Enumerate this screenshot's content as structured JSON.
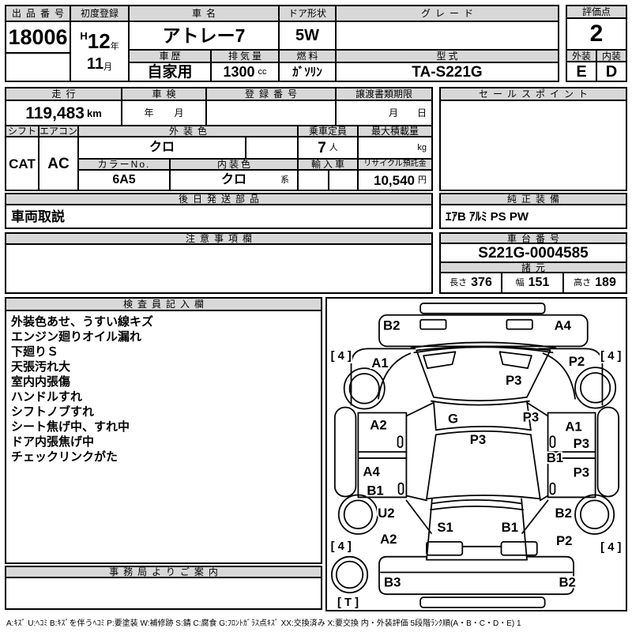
{
  "colors": {
    "header_bg": "#d8d8d8",
    "line": "#000000"
  },
  "header": {
    "auction_no": {
      "label": "出品番号",
      "value": "18006"
    },
    "first_registration": {
      "label": "初度登録",
      "era": "H",
      "year": "12",
      "year_suffix": "年",
      "month": "11",
      "month_suffix": "月"
    },
    "car_name": {
      "label": "車名",
      "value": "アトレー7"
    },
    "car_history": {
      "label": "車歴",
      "value": "自家用"
    },
    "displacement": {
      "label": "排気量",
      "value": "1300",
      "unit": "cc"
    },
    "door_shape": {
      "label": "ドア形状",
      "value": "5W"
    },
    "fuel": {
      "label": "燃料",
      "value": "ｶﾞｿﾘﾝ"
    },
    "grade": {
      "label": "グレード",
      "value": ""
    },
    "model_code": {
      "label": "型式",
      "value": "TA-S221G"
    },
    "score": {
      "label": "評価点",
      "value": "2"
    },
    "exterior": {
      "label": "外装",
      "value": "E"
    },
    "interior": {
      "label": "内装",
      "value": "D"
    }
  },
  "details": {
    "mileage": {
      "label": "走行",
      "value": "119,483",
      "unit": "km"
    },
    "inspection": {
      "label": "車検",
      "year_label": "年",
      "month_label": "月"
    },
    "registration_no": {
      "label": "登録番号",
      "value": ""
    },
    "transfer_deadline": {
      "label": "譲渡書類期限",
      "month_label": "月",
      "day_label": "日"
    },
    "shift": {
      "label": "シフト",
      "value": "CAT"
    },
    "aircon": {
      "label": "エアコン",
      "value": "AC"
    },
    "exterior_color": {
      "label": "外装色",
      "value": "クロ"
    },
    "capacity": {
      "label": "乗車定員",
      "value": "7",
      "unit": "人"
    },
    "max_load": {
      "label": "最大積載量",
      "unit": "kg"
    },
    "color_no": {
      "label": "カラーNo.",
      "value": "6A5"
    },
    "interior_color": {
      "label": "内装色",
      "value": "クロ",
      "suffix": "系"
    },
    "import_car": {
      "label": "輸入車",
      "value": ""
    },
    "recycle_deposit": {
      "label": "リサイクル預託金",
      "value": "10,540",
      "unit": "円"
    },
    "later_parts": {
      "label": "後日発送部品",
      "value": "車両取説"
    },
    "caution": {
      "label": "注意事項欄",
      "value": ""
    }
  },
  "right_panel": {
    "sales_point": {
      "label": "セールスポイント",
      "value": ""
    },
    "oem_equipment": {
      "label": "純正装備",
      "value": "ｴｱB ｱﾙﾐ PS PW"
    },
    "chassis_no": {
      "label": "車台番号",
      "value": "S221G-0004585"
    },
    "specs": {
      "label": "諸元",
      "length_label": "長さ",
      "length": "376",
      "width_label": "幅",
      "width": "151",
      "height_label": "高さ",
      "height": "189"
    }
  },
  "inspector": {
    "label": "検査員記入欄",
    "notes": [
      "外装色あせ、うすい線キズ",
      "エンジン廻りオイル漏れ",
      "下廻りＳ",
      "天張汚れ大",
      "室内内張傷",
      "ハンドルすれ",
      "シフトノブすれ",
      "シート焦げ中、すれ中",
      "ドア内張焦げ中",
      "チェックリンクがた"
    ]
  },
  "office": {
    "label": "事務局よりご案内",
    "value": ""
  },
  "diagram": {
    "labels": [
      {
        "id": "hood-left",
        "text": "B2"
      },
      {
        "id": "hood-right",
        "text": "A4"
      },
      {
        "id": "tread-front-left",
        "text": "[ 4 ]"
      },
      {
        "id": "fender-front-left",
        "text": "A1"
      },
      {
        "id": "fender-front-right",
        "text": "P2"
      },
      {
        "id": "tread-front-right",
        "text": "[ 4 ]"
      },
      {
        "id": "windshield",
        "text": "P3"
      },
      {
        "id": "door-front-left",
        "text": "A2"
      },
      {
        "id": "cowl",
        "text": "G"
      },
      {
        "id": "pillar-right",
        "text": "P3"
      },
      {
        "id": "door-front-right",
        "text": "A1"
      },
      {
        "id": "roof",
        "text": "P3"
      },
      {
        "id": "door-right-upper",
        "text": "P3"
      },
      {
        "id": "door-right-mid",
        "text": "B1"
      },
      {
        "id": "door-right-lower",
        "text": "P3"
      },
      {
        "id": "door-left-lower",
        "text": "A4"
      },
      {
        "id": "door-left-bottom",
        "text": "B1"
      },
      {
        "id": "quarter-left",
        "text": "U2"
      },
      {
        "id": "quarter-right",
        "text": "B2"
      },
      {
        "id": "tailgate-left",
        "text": "S1"
      },
      {
        "id": "tailgate-right",
        "text": "B1"
      },
      {
        "id": "rear-quarter-left",
        "text": "A2"
      },
      {
        "id": "rear-quarter-right",
        "text": "P2"
      },
      {
        "id": "tread-rear-left",
        "text": "[ 4 ]"
      },
      {
        "id": "tread-rear-right",
        "text": "[ 4 ]"
      },
      {
        "id": "rear-bumper-left",
        "text": "B3"
      },
      {
        "id": "rear-bumper-right",
        "text": "B2"
      },
      {
        "id": "spare-tire",
        "text": "[ T ]"
      }
    ]
  },
  "footer": {
    "legend": "A:ｷｽﾞ U:ﾍｺﾐ B:ｷｽﾞを伴うﾍｺﾐ P:要塗装 W:補修跡 S:錆 C:腐食 G:ﾌﾛﾝﾄｶﾞﾗｽ点ｷｽﾞ XX:交換済み X:要交換  内・外装評価 5段階ﾗﾝｸ順(A・B・C・D・E) 1"
  }
}
